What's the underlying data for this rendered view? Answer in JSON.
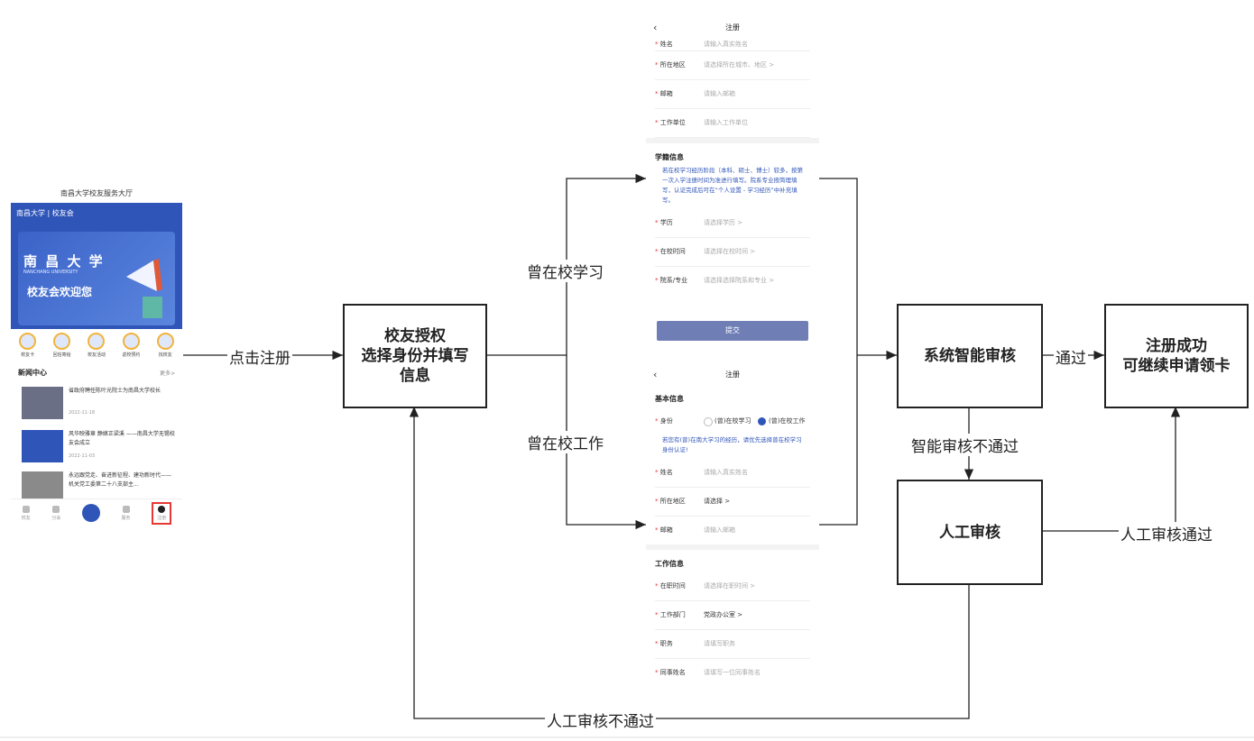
{
  "phone": {
    "title": "南昌大学校友服务大厅",
    "logo_text": "南昌大学 | 校友会",
    "banner_title": "南 昌 大 学",
    "banner_subtitle": "NANCHANG UNIVERSITY",
    "banner_welcome": "校友会欢迎您",
    "icons": [
      "校友卡",
      "回信寄给",
      "校友活动",
      "返校预约",
      "找校友"
    ],
    "news_header": "新闻中心",
    "news_more": "更多>",
    "news": [
      {
        "title": "省政府聘任陈叶光院士为南昌大学校长",
        "date": "2022-11-18"
      },
      {
        "title": "风华映雅章 静嫁正梁溪 ——南昌大学无锡校友会成立",
        "date": "2022-11-03"
      },
      {
        "title": "永远跟党走、奋进新征程、建功新时代——机关党工委第二十八支部主..."
      }
    ],
    "tabs": [
      "校友",
      "分会",
      "",
      "服务",
      "注册"
    ]
  },
  "form_study": {
    "header": "注册",
    "rows_top": [
      {
        "label": "姓名",
        "value": "请输入真实姓名"
      },
      {
        "label": "所在地区",
        "value": "请选择所在城市、地区  >"
      },
      {
        "label": "邮箱",
        "value": "请输入邮箱"
      },
      {
        "label": "工作单位",
        "value": "请输入工作单位"
      }
    ],
    "section": "学籍信息",
    "note": "若在校学习经历阶段（本科、硕士、博士）较多，按第一次入学注册时间为准进行填写。院系专业按简理填写，认证完成后可在“个人设置 - 学习经历”中补充填写。",
    "rows_bottom": [
      {
        "label": "学历",
        "value": "请选择学历  >"
      },
      {
        "label": "在校时间",
        "value": "请选择在校时间  >"
      },
      {
        "label": "院系/专业",
        "value": "请选择选择院系和专业  >"
      }
    ],
    "submit": "提交"
  },
  "form_work": {
    "header": "注册",
    "section_basic": "基本信息",
    "identity_label": "身份",
    "identity_opt1": "(曾)在校学习",
    "identity_opt2": "(曾)在校工作",
    "note": "若您有(曾)在南大学习的经历，请优先选择曾在校学习身份认证!",
    "rows_basic": [
      {
        "label": "姓名",
        "value": "请输入真实姓名"
      },
      {
        "label": "所在地区",
        "value": "请选择  >"
      },
      {
        "label": "邮箱",
        "value": "请输入邮箱"
      }
    ],
    "section_work": "工作信息",
    "rows_work": [
      {
        "label": "在职时间",
        "value": "请选择在职时间  >"
      },
      {
        "label": "工作部门",
        "value": "党政办公室  >"
      },
      {
        "label": "职务",
        "value": "请填写职务"
      },
      {
        "label": "同事姓名",
        "value": "请填写一位同事姓名"
      }
    ]
  },
  "nodes": {
    "auth_line1": "校友授权",
    "auth_line2": "选择身份并填写",
    "auth_line3": "信息",
    "smart_review": "系统智能审核",
    "success_line1": "注册成功",
    "success_line2": "可继续申请领卡",
    "manual_review": "人工审核"
  },
  "edges": {
    "click_register": "点击注册",
    "studied": "曾在校学习",
    "worked": "曾在校工作",
    "pass": "通过",
    "smart_fail": "智能审核不通过",
    "manual_pass": "人工审核通过",
    "manual_fail": "人工审核不通过"
  }
}
